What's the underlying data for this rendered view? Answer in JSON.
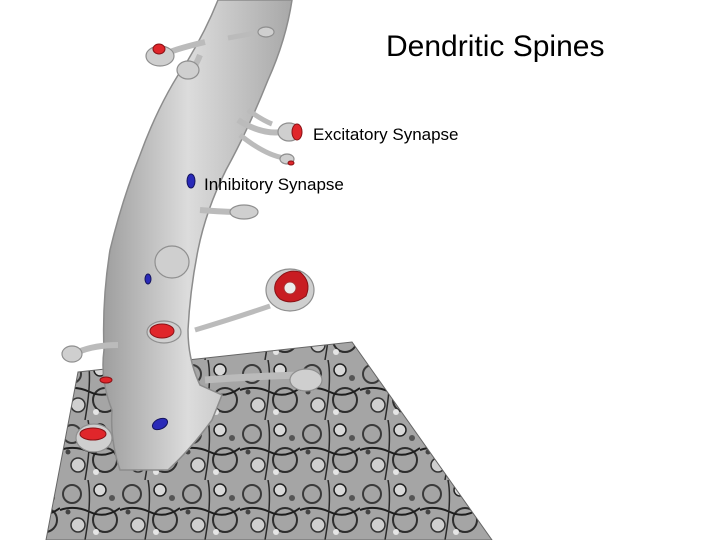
{
  "title": "Dendritic Spines",
  "labels": {
    "excitatory": "Excitatory Synapse",
    "inhibitory": "Inhibitory Synapse"
  },
  "colors": {
    "background": "#ffffff",
    "dendrite": "#c8c8c8",
    "excitatory_synapse": "#e0262b",
    "inhibitory_synapse": "#2a2ab8",
    "em_section": "#9a9a9a"
  },
  "image_elements": [
    "dendrite-3d-reconstruction",
    "electron-micrograph-section"
  ]
}
